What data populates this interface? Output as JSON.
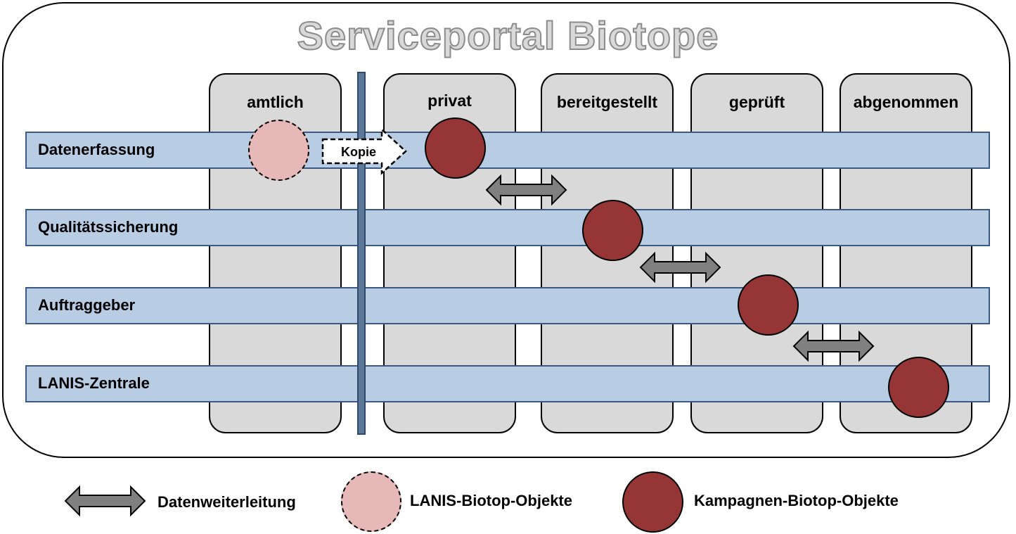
{
  "title": "Serviceportal Biotope",
  "columns": [
    {
      "label": "amtlich"
    },
    {
      "label": "privat"
    },
    {
      "label": "bereitgestellt"
    },
    {
      "label": "geprüft"
    },
    {
      "label": "abgenommen"
    }
  ],
  "lanes": [
    {
      "label": "Datenerfassung"
    },
    {
      "label": "Qualitätssicherung"
    },
    {
      "label": "Auftraggeber"
    },
    {
      "label": "LANIS-Zentrale"
    }
  ],
  "copy_arrow": {
    "label": "Kopie"
  },
  "legend": {
    "forwarding": "Datenweiterleitung",
    "lanis_objects": "LANIS-Biotop-Objekte",
    "campaign_objects": "Kampagnen-Biotop-Objekte"
  },
  "colors": {
    "lane_fill": "#b8cce4",
    "lane_border": "#3a5a84",
    "column_fill": "#d9d9d9",
    "campaign_object": "#953536",
    "lanis_object": "#e6b9b8",
    "forwarding_arrow": "#808080"
  }
}
